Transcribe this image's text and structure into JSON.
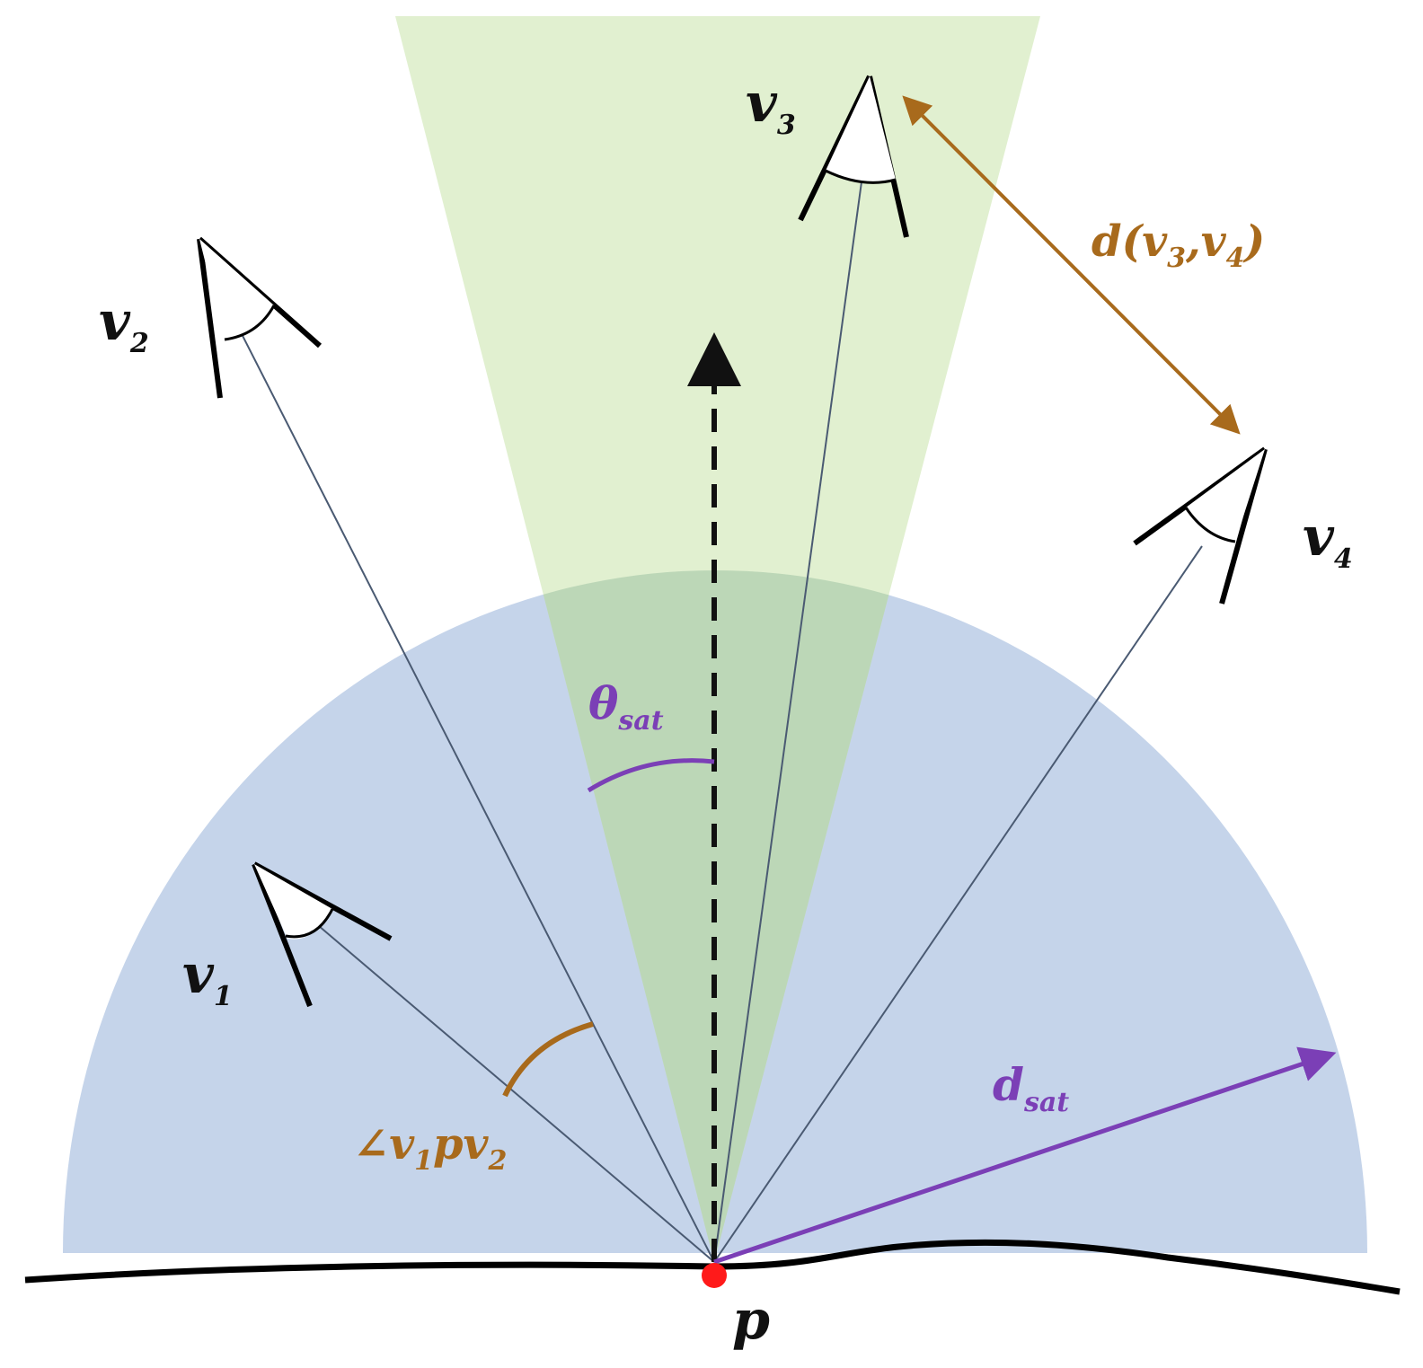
{
  "colors": {
    "hemisphere_fill": "#c5d4ea",
    "cone_fill": "#dcedc8",
    "cone_overlap_fill": "#a8c9a8",
    "ray_stroke": "#4a5a72",
    "brown_accent": "#a86a1c",
    "purple_accent": "#7b3fb6",
    "point_color": "#ff1a1a",
    "surface_color": "#000000"
  },
  "labels": {
    "v1": {
      "base": "v",
      "sub": "1"
    },
    "v2": {
      "base": "v",
      "sub": "2"
    },
    "v3": {
      "base": "v",
      "sub": "3"
    },
    "v4": {
      "base": "v",
      "sub": "4"
    },
    "p": "p",
    "theta_sat": {
      "base": "θ",
      "sub": "sat"
    },
    "d_sat": {
      "base": "d",
      "sub": "sat"
    },
    "angle_v1pv2": {
      "prefix": "∠v",
      "sub1": "1",
      "mid": "pv",
      "sub2": "2"
    },
    "distance_v3v4": {
      "prefix": "d(v",
      "sub1": "3",
      "mid": ",v",
      "sub2": "4",
      "suffix": ")"
    }
  },
  "icons": {
    "camera": "eye-camera-icon"
  }
}
